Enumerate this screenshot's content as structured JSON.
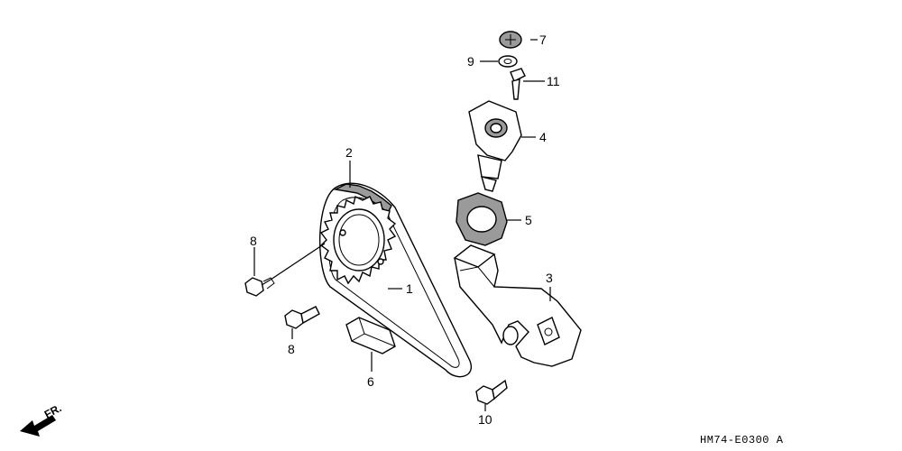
{
  "callouts": [
    {
      "id": "c1",
      "label": "1"
    },
    {
      "id": "c2",
      "label": "2"
    },
    {
      "id": "c3",
      "label": "3"
    },
    {
      "id": "c4",
      "label": "4"
    },
    {
      "id": "c5",
      "label": "5"
    },
    {
      "id": "c6",
      "label": "6"
    },
    {
      "id": "c7",
      "label": "7"
    },
    {
      "id": "c8a",
      "label": "8"
    },
    {
      "id": "c8b",
      "label": "8"
    },
    {
      "id": "c9",
      "label": "9"
    },
    {
      "id": "c10",
      "label": "10"
    },
    {
      "id": "c11",
      "label": "11"
    }
  ],
  "front_label": "FR.",
  "diagram_code": "HM74-E0300 A"
}
